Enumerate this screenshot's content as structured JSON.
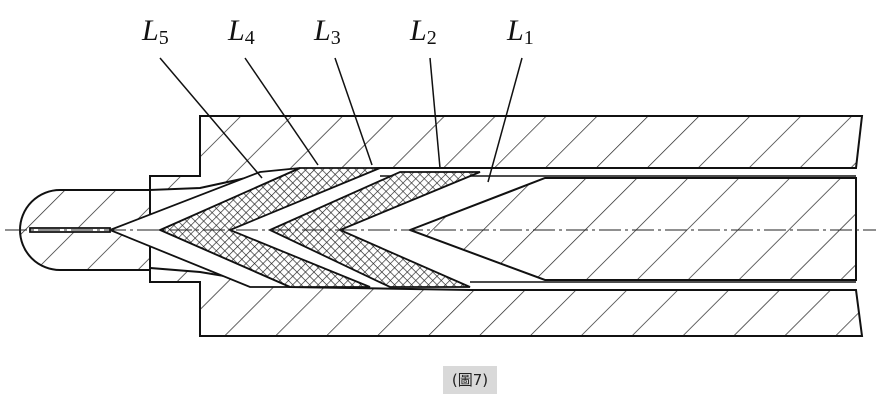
{
  "labels": [
    {
      "main": "L",
      "sub": "5"
    },
    {
      "main": "L",
      "sub": "4"
    },
    {
      "main": "L",
      "sub": "3"
    },
    {
      "main": "L",
      "sub": "2"
    },
    {
      "main": "L",
      "sub": "1"
    }
  ],
  "caption": "(圖7)"
}
